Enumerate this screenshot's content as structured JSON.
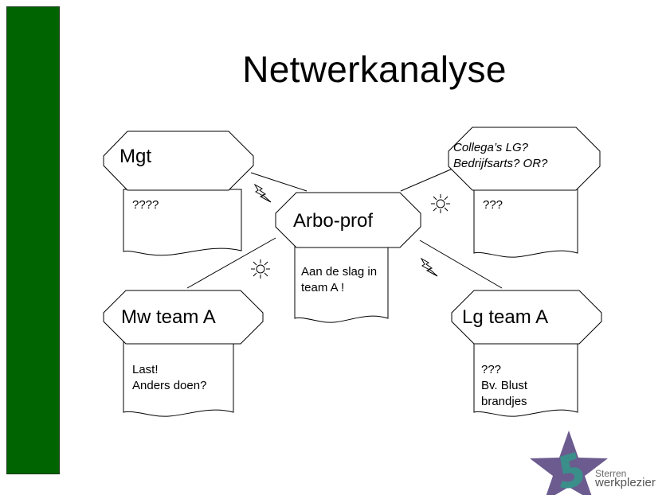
{
  "title": "Netwerkanalyse",
  "nodes": {
    "mgt": {
      "label": "Mgt",
      "note": "????"
    },
    "collega": {
      "label": "Collega’s LG?\nBedrijfsarts? OR?",
      "note": "???"
    },
    "arbo": {
      "label": "Arbo-prof",
      "note": "Aan de slag in\nteam A !"
    },
    "mw": {
      "label": "Mw team A",
      "note": "Last!\nAnders doen?"
    },
    "lg": {
      "label": "Lg team A",
      "note": "???\nBv. Blust\nbrandjes"
    }
  },
  "relations": [
    {
      "from": "mgt",
      "to": "arbo",
      "symbol": "lightning-icon"
    },
    {
      "from": "collega",
      "to": "arbo",
      "symbol": "sun-icon"
    },
    {
      "from": "mw",
      "to": "arbo",
      "symbol": "sun-icon"
    },
    {
      "from": "lg",
      "to": "arbo",
      "symbol": "lightning-icon"
    }
  ],
  "logo": {
    "line1": "Sterren",
    "line2": "werkplezier",
    "numeral": "5"
  },
  "colors": {
    "sidebar": "#006400",
    "logo_star": "#6b5b8e",
    "logo_accent": "#3b8f8a"
  }
}
